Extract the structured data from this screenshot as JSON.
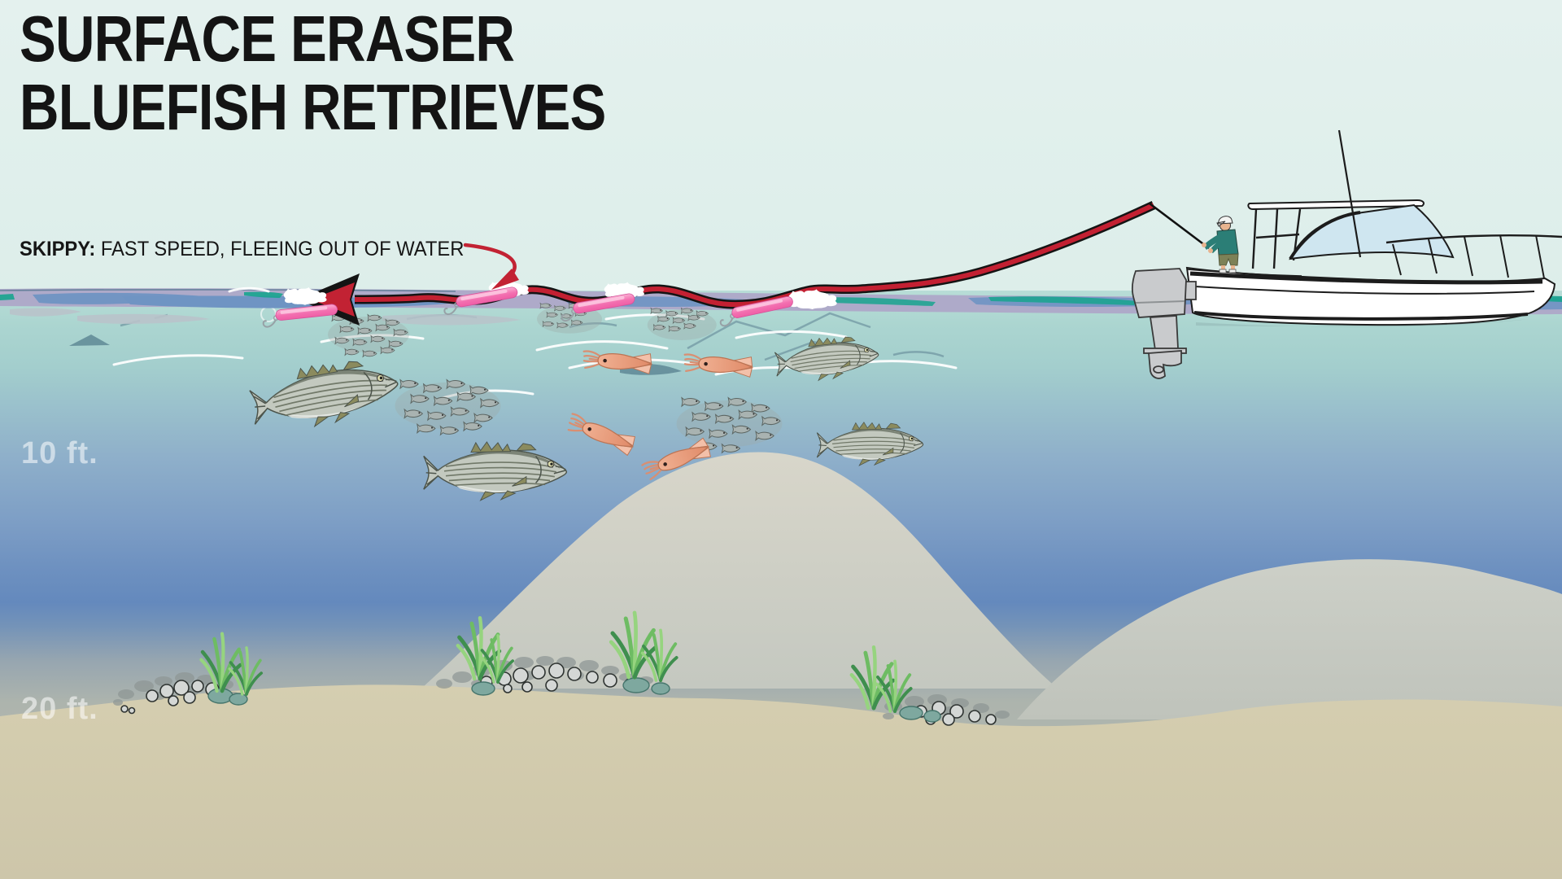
{
  "title": {
    "line1": "SURFACE ERASER",
    "line2": "BLUEFISH RETRIEVES"
  },
  "annotation": {
    "lure_name": "SKIPPY:",
    "description": " FAST SPEED, FLEEING OUT OF WATER"
  },
  "depth_markers": {
    "shallow": "10 ft.",
    "deep": "20 ft."
  },
  "scene_counts": {
    "lure_skip_positions": 4,
    "striped_bass": 4,
    "squid": 4,
    "bait_schools": 5,
    "rock_clusters": 3,
    "boats": 1,
    "anglers": 1
  },
  "colors": {
    "sky": "#e4f1ee",
    "title-color": "#141414",
    "line-red": "#c32032",
    "line-black": "#141414",
    "lure-pink": "#f36fb0",
    "lure-pink-light": "#fdc9e2",
    "arrow-red": "#c22233",
    "surface-lavender": "#aeaac9",
    "surface-blue": "#6f94c3",
    "surface-teal": "#17a48e",
    "water-top": "#b8ddd7",
    "water-mid": "#7c9dc5",
    "water-deep": "#6489bd",
    "water-bottom-haze": "#b7bdb4",
    "sand": "#d5ceb1",
    "mound": "#d2d0c5",
    "dune": "#c7cac2",
    "bait-gray": "#a9b3b1",
    "bass-body": "#c3c9bf",
    "bass-fin": "#8b8b5e",
    "squid-body": "#e69d80",
    "rock-teal": "#7ea89f",
    "boat-white": "#ffffff",
    "motor-gray": "#c9cbcd",
    "windshield": "#cfe6f0",
    "shirt-teal": "#2b7e76",
    "shorts-olive": "#7d8157",
    "skin": "#e9b48f",
    "cap-white": "#f4f4f2",
    "depth-label": "rgba(255,255,255,0.55)"
  }
}
